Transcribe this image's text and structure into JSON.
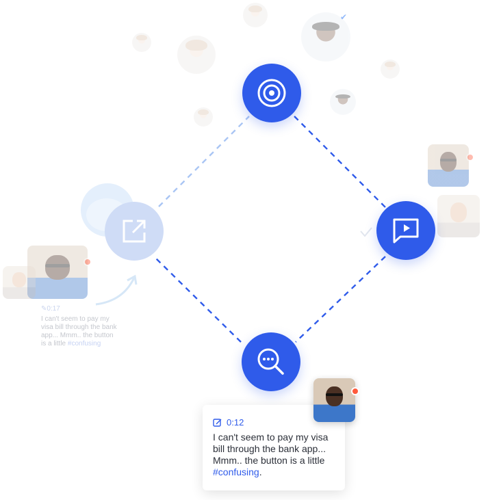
{
  "colors": {
    "accent": "#2f5bea",
    "faded_node": "#cfdcf6",
    "record": "#ff5a3c"
  },
  "nodes": [
    {
      "name": "target-node",
      "icon": "target-icon"
    },
    {
      "name": "message-node",
      "icon": "message-play-icon"
    },
    {
      "name": "search-node",
      "icon": "search-more-icon"
    },
    {
      "name": "share-node",
      "icon": "external-link-icon"
    }
  ],
  "comment_card": {
    "time": "0:12",
    "text": "I can't seem to pay my visa bill through the bank app... Mmm.. the button is a little ",
    "hashtag": "#confusing",
    "end": "."
  },
  "ghost_card": {
    "time": "0:17",
    "text": "I can't seem to pay my visa bill through the bank app... Mmm.. the button is a little ",
    "hashtag": "#confusing"
  }
}
